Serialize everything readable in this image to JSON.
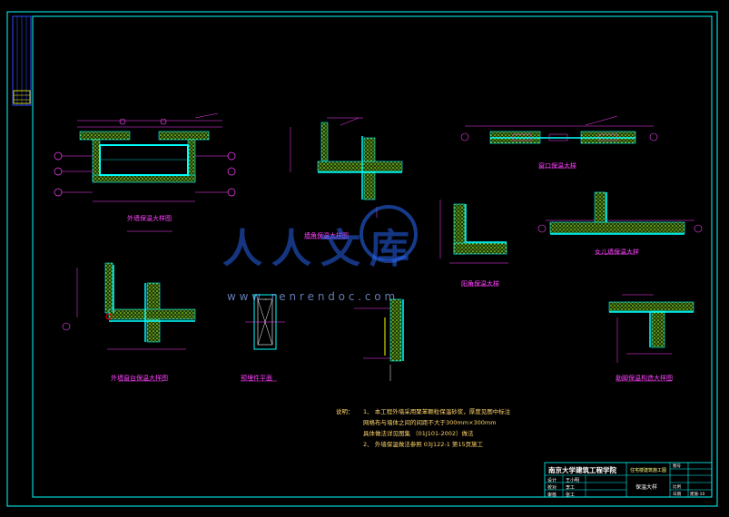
{
  "caption_labels": {
    "plan_a": "外墙保温大样图",
    "plan_b": "墙角保温大样图",
    "plan_c": "窗口保温大样",
    "plan_d": "阳角保温大样",
    "plan_e": "女儿墙保温大样",
    "plan_f": "外墙窗台保温大样图",
    "plan_g": "预埋件平面",
    "plan_h": "勒脚保温构造大样图"
  },
  "notes": {
    "label": "说明：",
    "lines": [
      "1、 本工程外墙采用聚苯颗粒保温砂浆，厚度见图中标注",
      "   网格布与墙体之间的间距不大于300mm×300mm",
      "   具体做法详见图集 （01J101-2002）做法",
      "2、 外墙保温做法参照 03J122-1 第15页施工"
    ]
  },
  "watermark": {
    "text": "人人文库",
    "url": "w w w . r e n r e n d o c . c o m"
  },
  "title_block": {
    "school": "南京大学建筑工程学院",
    "project": "住宅楼建筑施工图",
    "drawing_name": "保温大样",
    "rows": [
      {
        "role": "设计",
        "name": "王小明"
      },
      {
        "role": "校对",
        "name": "李工"
      },
      {
        "role": "审核",
        "name": "张工"
      }
    ],
    "right_labels": [
      "图号",
      "比例",
      "日期"
    ],
    "sheet_no": "建施-10"
  },
  "colors": {
    "frame": "#00ffff",
    "hatch_green": "#9dff3a",
    "wall": "#00ffff",
    "dim": "#ff40ff",
    "caption": "#ff40ff",
    "notes": "#ffd36b",
    "watermark": "#2a6bff"
  }
}
